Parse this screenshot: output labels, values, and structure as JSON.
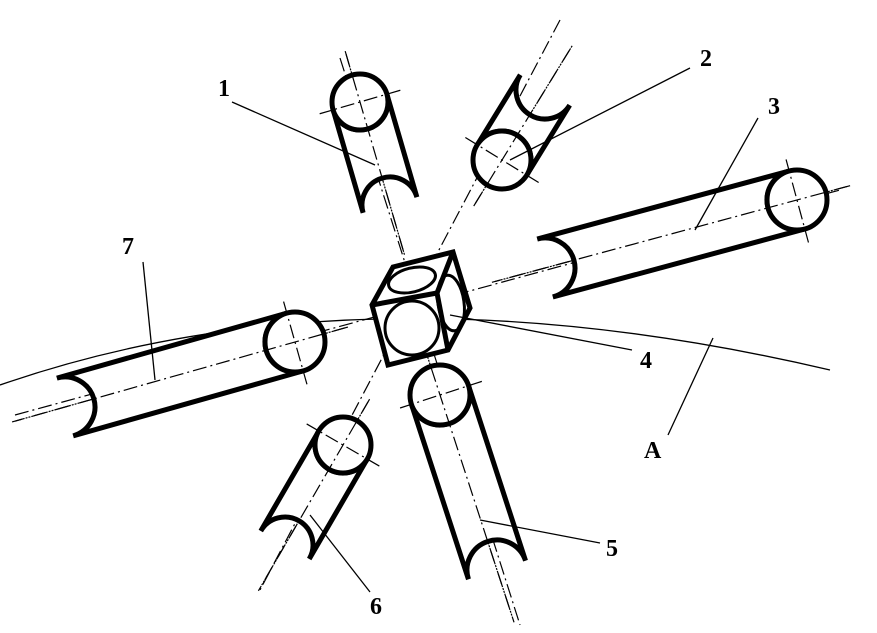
{
  "figure": {
    "labels": [
      "1",
      "2",
      "3",
      "4",
      "5",
      "6",
      "7",
      "A"
    ],
    "colors": {
      "ink": "#000000",
      "paper": "#ffffff"
    }
  }
}
